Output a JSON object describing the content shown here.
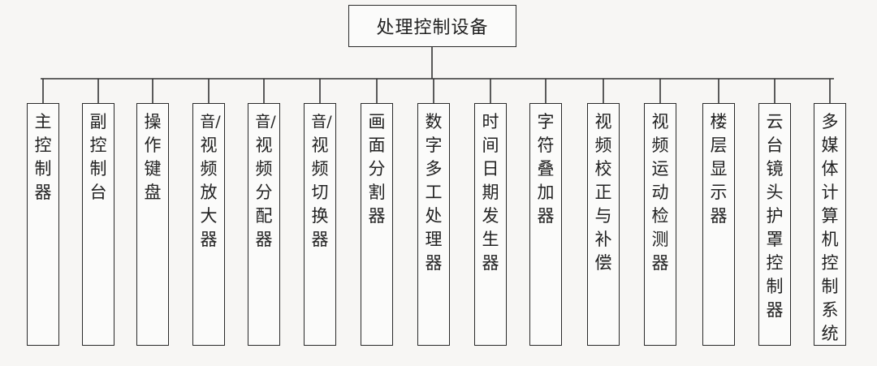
{
  "root": {
    "label": "处理控制设备"
  },
  "children": [
    {
      "label": "主控制器"
    },
    {
      "label": "副控制台"
    },
    {
      "label": "操作键盘"
    },
    {
      "label": "音/视频放大器"
    },
    {
      "label": "音/视频分配器"
    },
    {
      "label": "音/视频切换器"
    },
    {
      "label": "画面分割器"
    },
    {
      "label": "数字多工处理器"
    },
    {
      "label": "时间日期发生器"
    },
    {
      "label": "字符叠加器"
    },
    {
      "label": "视频校正与补偿"
    },
    {
      "label": "视频运动检测器"
    },
    {
      "label": "楼层显示器"
    },
    {
      "label": "云台镜头护罩控制器"
    },
    {
      "label": "多媒体计算机控制系统"
    }
  ]
}
